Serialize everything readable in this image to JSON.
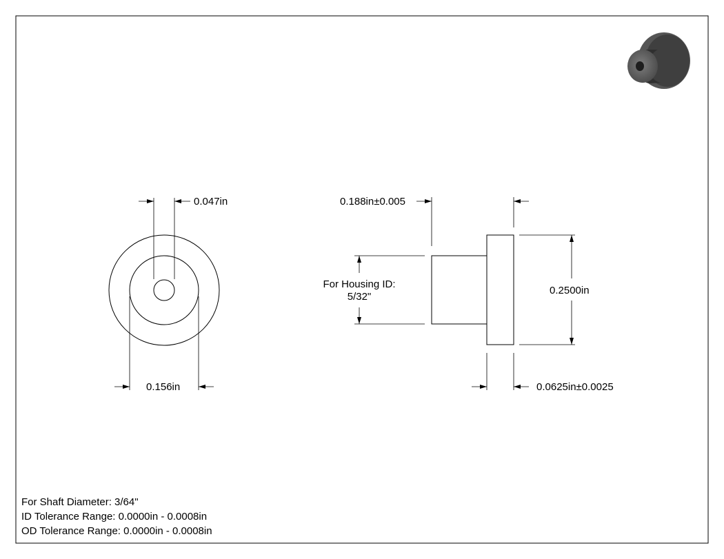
{
  "dimensions": {
    "shaft_id": "0.047in",
    "flange_od": "0.156in",
    "flange_thickness": "0.188in±0.005",
    "body_od": "0.2500in",
    "overall_length": "0.0625in±0.0025",
    "housing_label_line1": "For Housing ID:",
    "housing_label_line2": "5/32\""
  },
  "notes": {
    "shaft_diameter": "For Shaft Diameter: 3/64\"",
    "id_tolerance": "ID Tolerance Range: 0.0000in - 0.0008in",
    "od_tolerance": "OD Tolerance Range: 0.0000in - 0.0008in"
  },
  "colors": {
    "line": "#000000",
    "iso_dark": "#3a3a3a",
    "iso_mid": "#6a6a6a",
    "iso_light": "#8c8c8c"
  }
}
